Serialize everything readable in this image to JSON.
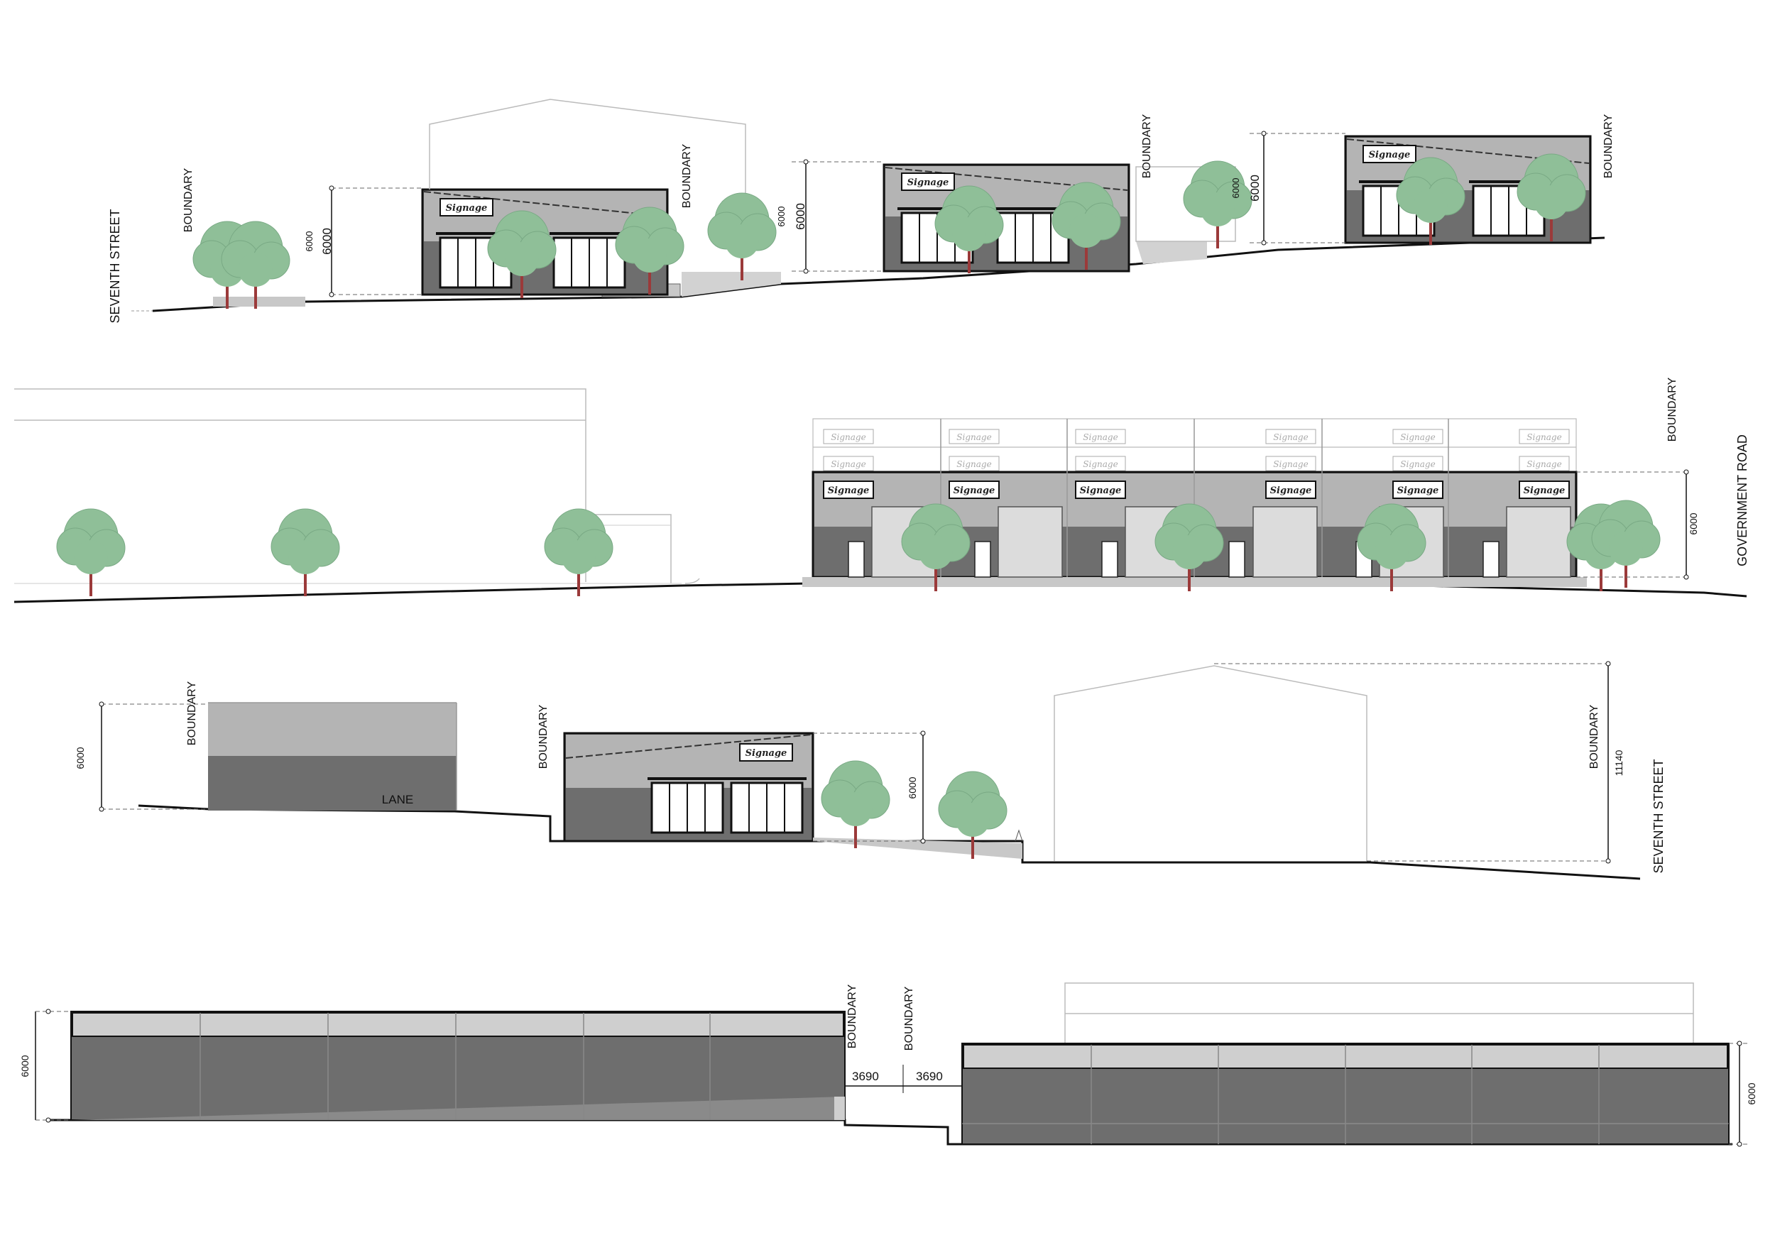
{
  "labels": {
    "boundary": "BOUNDARY",
    "seventh_street": "SEVENTH STREET",
    "government_road": "GOVERNMENT ROAD",
    "lane": "LANE",
    "signage": "Signage"
  },
  "dimensions": {
    "d6000": "6000",
    "d11140": "11140",
    "d3690": "3690"
  },
  "colors": {
    "wall_dark": "#6e6e6e",
    "wall_light": "#b4b4b4",
    "roof_band": "#cfcfcf",
    "tree_canopy": "#8fbf98",
    "tree_trunk": "#9b3a3a",
    "outline_faint": "#bbbbbb",
    "ground": "#111111"
  },
  "icons": [
    "tree-icon",
    "signage-panel",
    "roller-door",
    "glazed-shopfront"
  ]
}
